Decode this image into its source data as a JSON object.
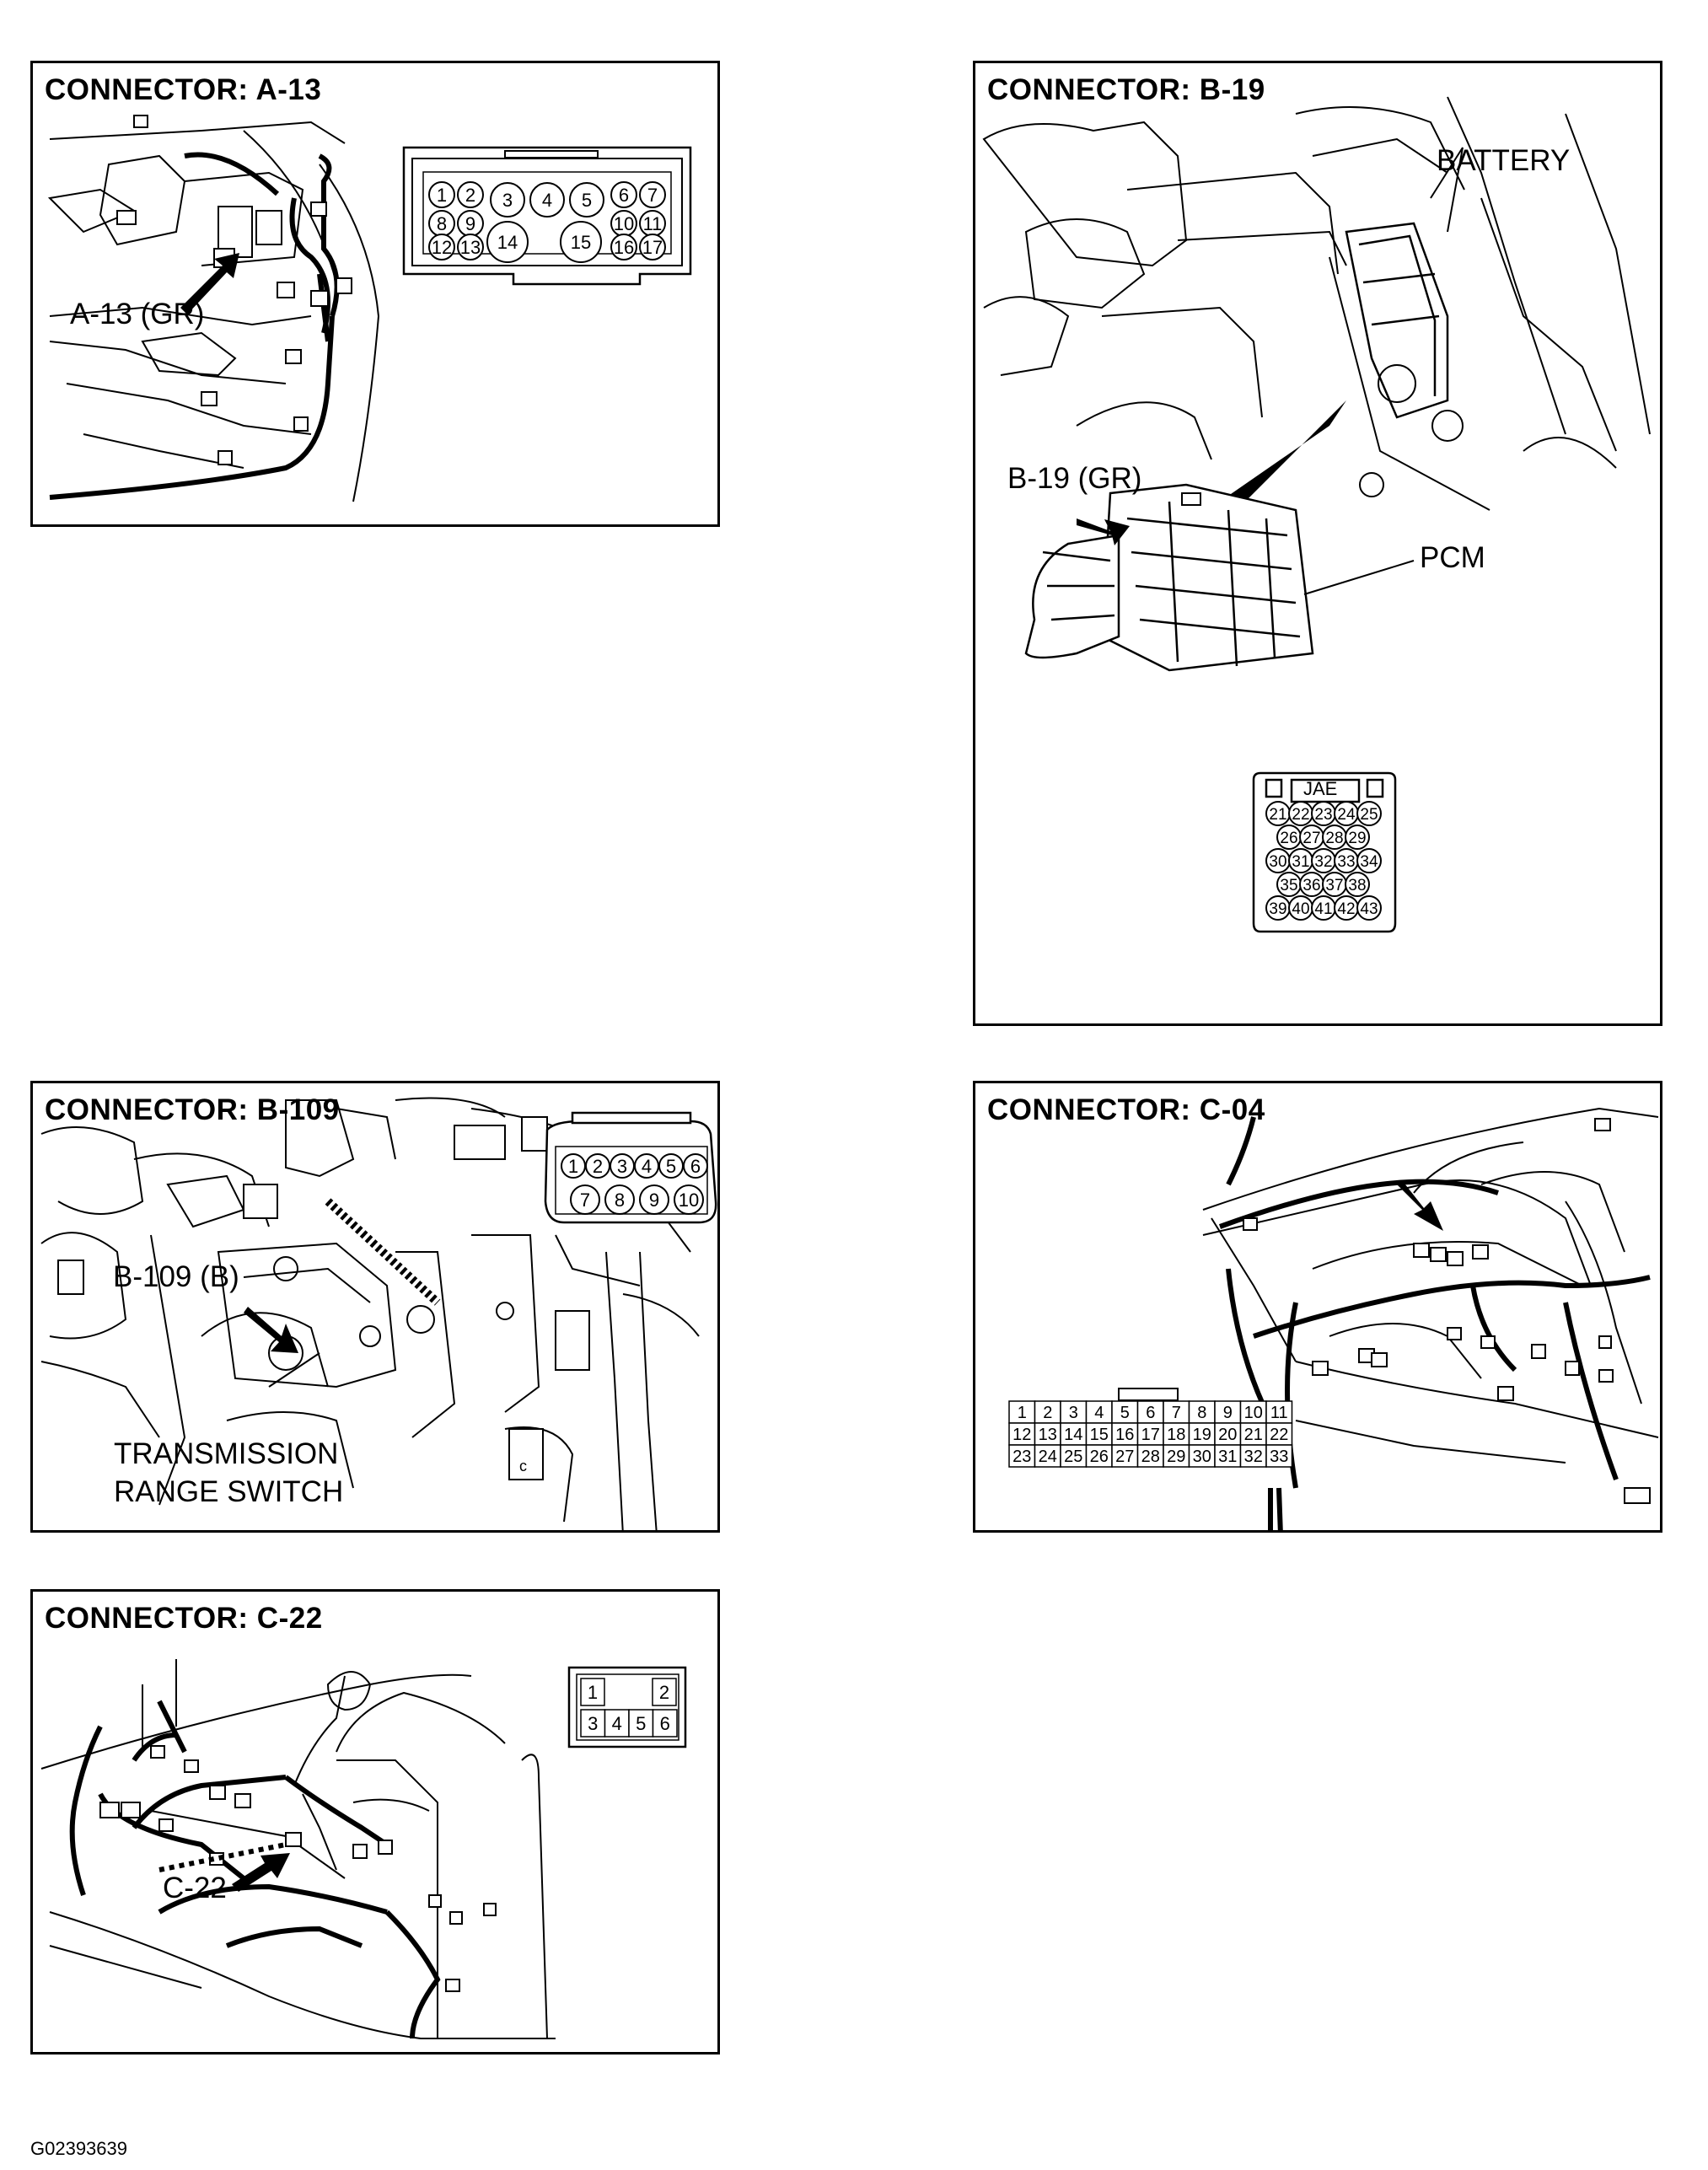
{
  "panels": {
    "a13": {
      "title": "CONNECTOR: A-13",
      "label_location": "A-13 (GR)",
      "pins": [
        "1",
        "2",
        "3",
        "4",
        "5",
        "6",
        "7",
        "8",
        "9",
        "10",
        "11",
        "12",
        "13",
        "14",
        "15",
        "16",
        "17"
      ]
    },
    "b19": {
      "title": "CONNECTOR: B-19",
      "label_battery": "BATTERY",
      "label_location": "B-19 (GR)",
      "label_pcm": "PCM",
      "connector_mark": "JAE",
      "pins": [
        "21",
        "22",
        "23",
        "24",
        "25",
        "26",
        "27",
        "28",
        "29",
        "30",
        "31",
        "32",
        "33",
        "34",
        "35",
        "36",
        "37",
        "38",
        "39",
        "40",
        "41",
        "42",
        "43"
      ]
    },
    "b109": {
      "title": "CONNECTOR: B-109",
      "label_location": "B-109 (B)",
      "label_switch_line1": "TRANSMISSION",
      "label_switch_line2": "RANGE SWITCH",
      "pins": [
        "1",
        "2",
        "3",
        "4",
        "5",
        "6",
        "7",
        "8",
        "9",
        "10"
      ]
    },
    "c04": {
      "title": "CONNECTOR: C-04",
      "pins": [
        "1",
        "2",
        "3",
        "4",
        "5",
        "6",
        "7",
        "8",
        "9",
        "10",
        "11",
        "12",
        "13",
        "14",
        "15",
        "16",
        "17",
        "18",
        "19",
        "20",
        "21",
        "22",
        "23",
        "24",
        "25",
        "26",
        "27",
        "28",
        "29",
        "30",
        "31",
        "32",
        "33"
      ]
    },
    "c22": {
      "title": "CONNECTOR: C-22",
      "label_location": "C-22",
      "pins": [
        "1",
        "2",
        "3",
        "4",
        "5",
        "6"
      ]
    }
  },
  "figure_id": "G02393639"
}
